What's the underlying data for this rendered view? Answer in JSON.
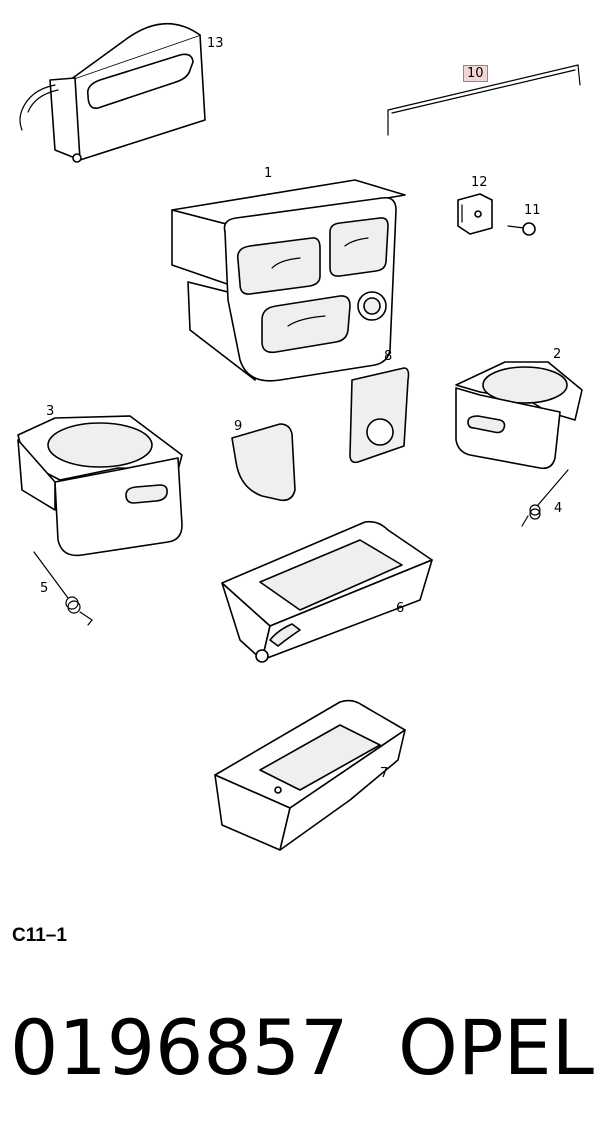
{
  "callouts": [
    {
      "id": "13",
      "label": "13",
      "highlighted": false
    },
    {
      "id": "10",
      "label": "10",
      "highlighted": true
    },
    {
      "id": "1",
      "label": "1",
      "highlighted": false
    },
    {
      "id": "12",
      "label": "12",
      "highlighted": false
    },
    {
      "id": "11",
      "label": "11",
      "highlighted": false
    },
    {
      "id": "8",
      "label": "8",
      "highlighted": false
    },
    {
      "id": "2",
      "label": "2",
      "highlighted": false
    },
    {
      "id": "3",
      "label": "3",
      "highlighted": false
    },
    {
      "id": "9",
      "label": "9",
      "highlighted": false
    },
    {
      "id": "4",
      "label": "4",
      "highlighted": false
    },
    {
      "id": "5",
      "label": "5",
      "highlighted": false
    },
    {
      "id": "6",
      "label": "6",
      "highlighted": false
    },
    {
      "id": "7",
      "label": "7",
      "highlighted": false
    }
  ],
  "diagram_code": "C11–1",
  "footer": {
    "part_number": "0196857",
    "brand": "OPEL"
  },
  "colors": {
    "highlight_fill": "#f4d6d6",
    "highlight_border": "#d46a6a"
  }
}
